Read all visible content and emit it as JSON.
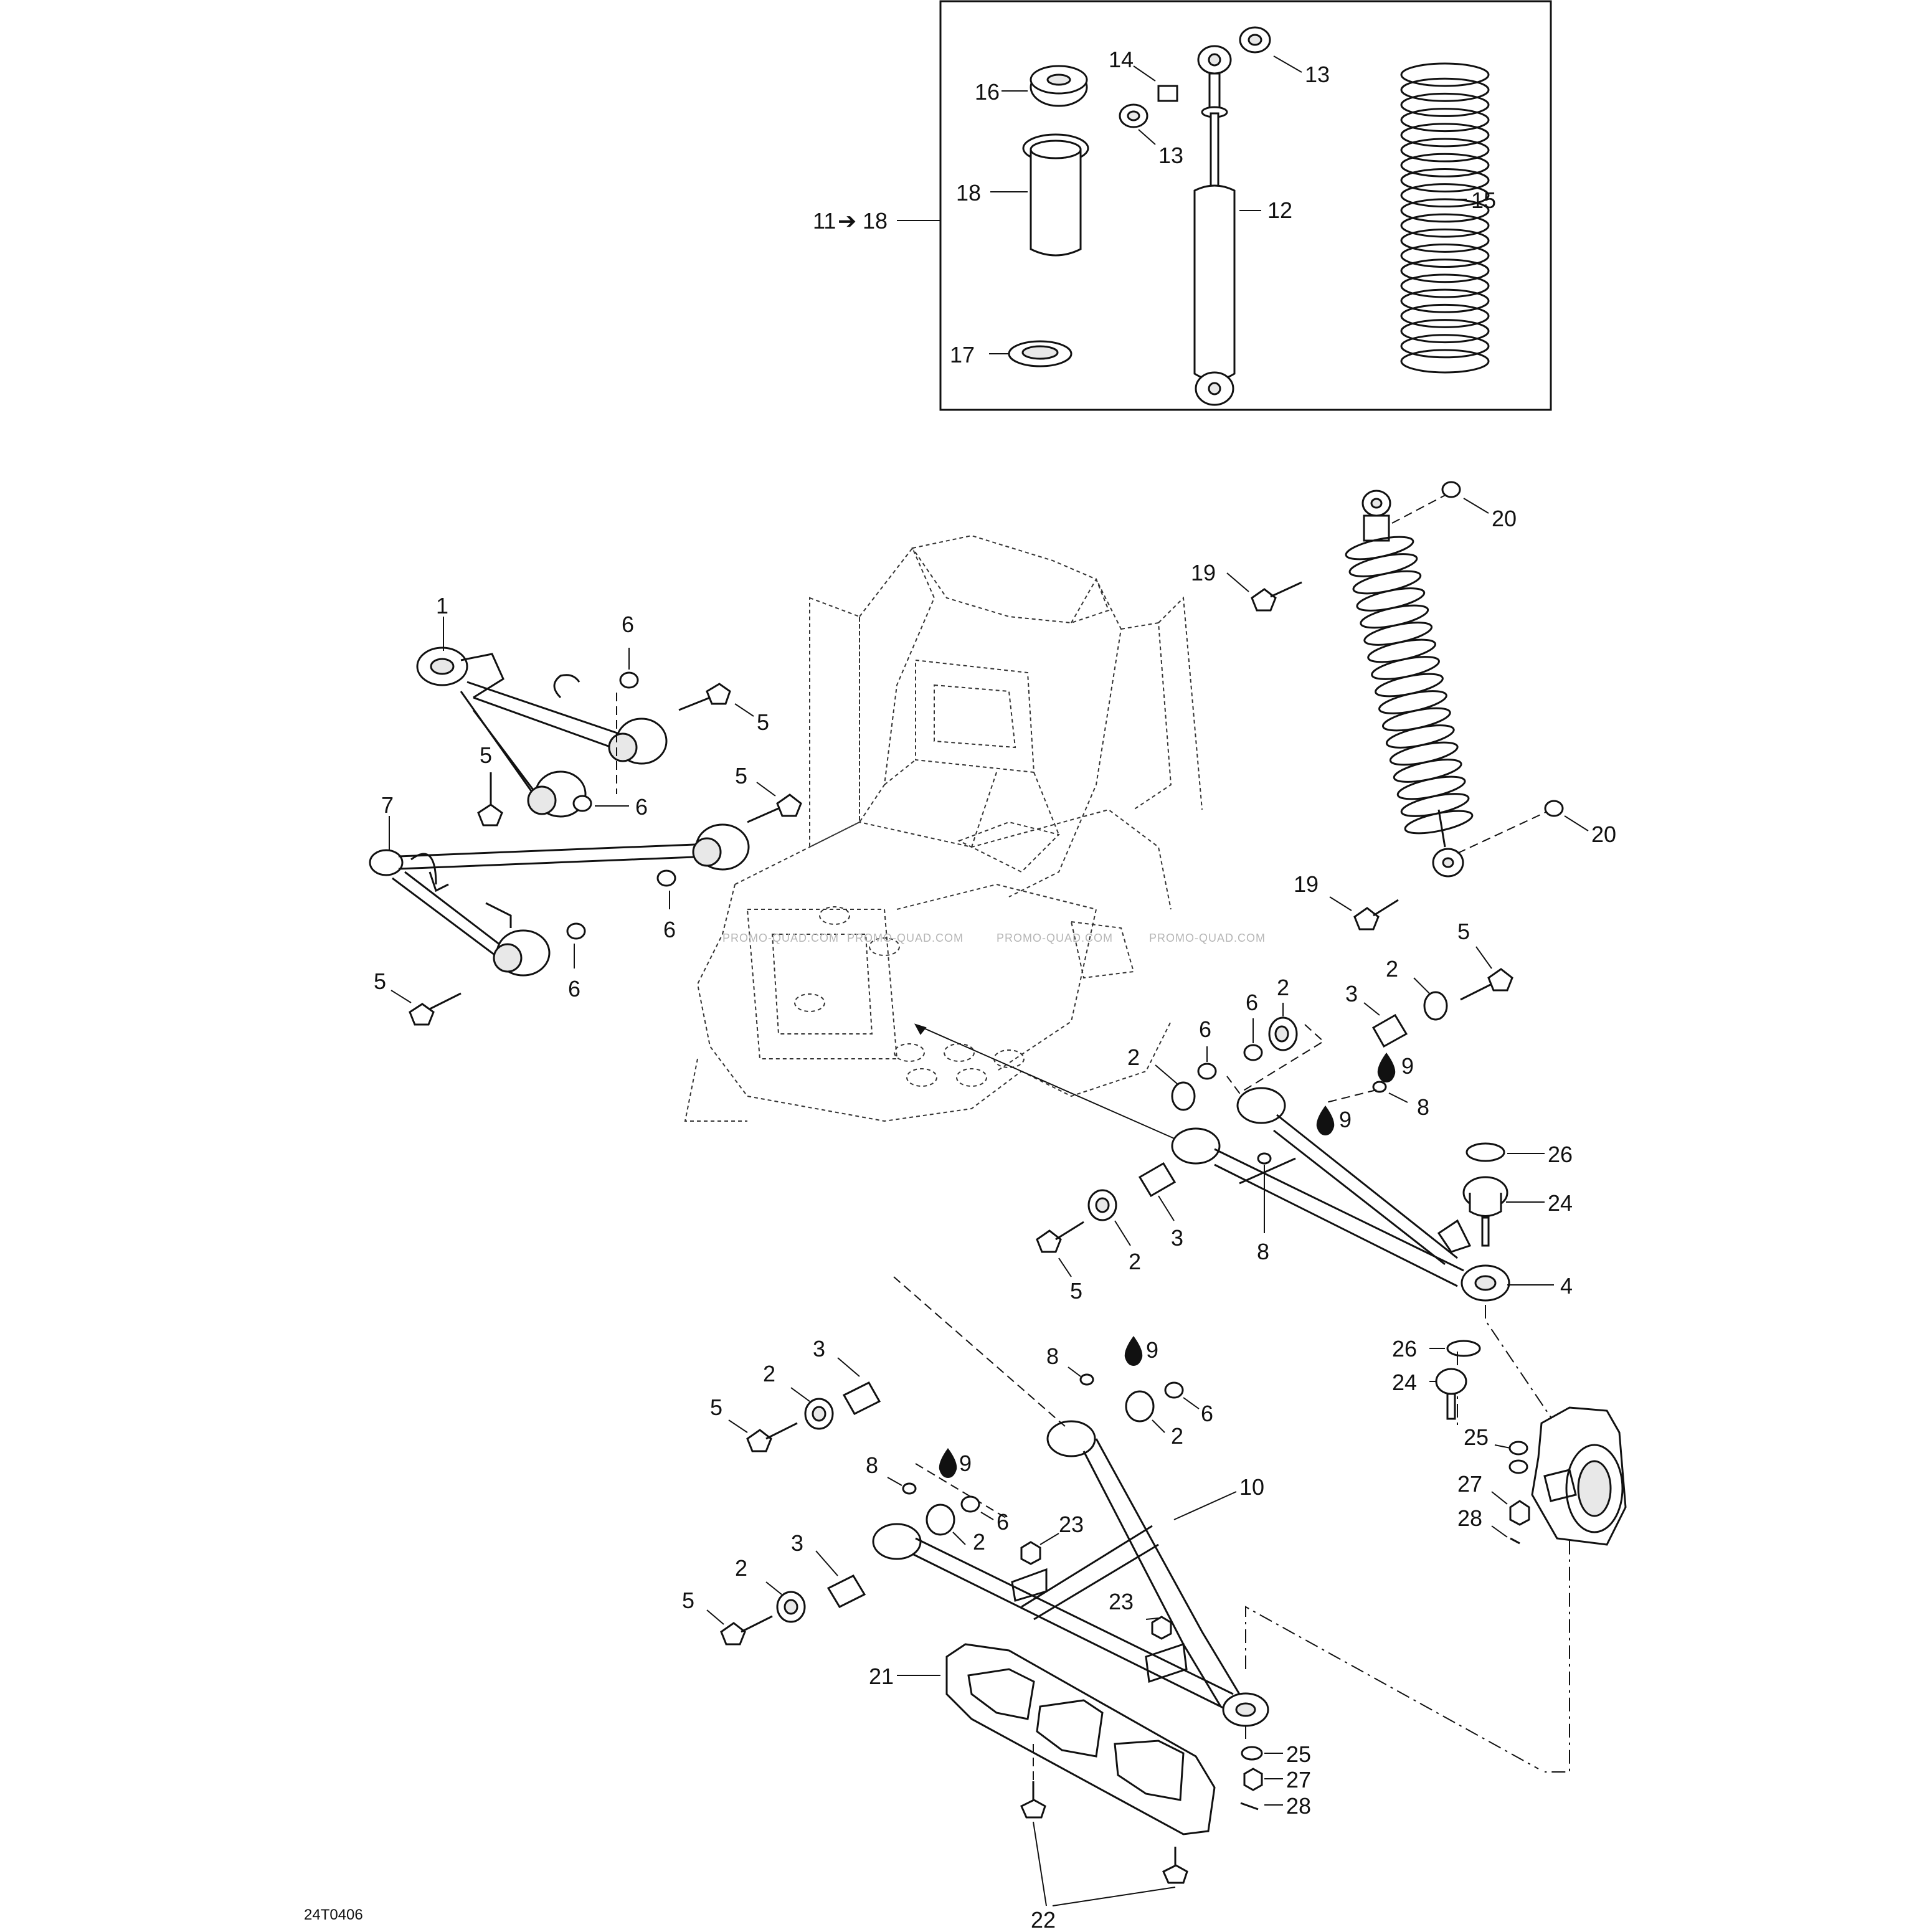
{
  "diagram_code": "24T0406",
  "watermark": "PROMO-QUAD.COM",
  "kit_label": {
    "from": "11",
    "arrow": "➔",
    "to": "18"
  },
  "callouts": {
    "c1": "1",
    "c2a": "2",
    "c2b": "2",
    "c2c": "2",
    "c2d": "2",
    "c2e": "2",
    "c2f": "2",
    "c2g": "2",
    "c2h": "2",
    "c3a": "3",
    "c3b": "3",
    "c3c": "3",
    "c3d": "3",
    "c4": "4",
    "c5a": "5",
    "c5b": "5",
    "c5c": "5",
    "c5d": "5",
    "c5e": "5",
    "c5f": "5",
    "c5g": "5",
    "c5h": "5",
    "c6a": "6",
    "c6b": "6",
    "c6c": "6",
    "c6d": "6",
    "c6e": "6",
    "c6f": "6",
    "c6g": "6",
    "c6h": "6",
    "c7": "7",
    "c8a": "8",
    "c8b": "8",
    "c8c": "8",
    "c8d": "8",
    "c9a": "9",
    "c9b": "9",
    "c9c": "9",
    "c9d": "9",
    "c10": "10",
    "c12": "12",
    "c13a": "13",
    "c13b": "13",
    "c14": "14",
    "c15": "15",
    "c16": "16",
    "c17": "17",
    "c18": "18",
    "c19a": "19",
    "c19b": "19",
    "c20a": "20",
    "c20b": "20",
    "c21": "21",
    "c22": "22",
    "c23a": "23",
    "c23b": "23",
    "c24a": "24",
    "c24b": "24",
    "c25a": "25",
    "c25b": "25",
    "c26a": "26",
    "c26b": "26",
    "c27a": "27",
    "c27b": "27",
    "c28a": "28",
    "c28b": "28"
  },
  "icons": {
    "lubricant": "oil-drop-icon"
  }
}
